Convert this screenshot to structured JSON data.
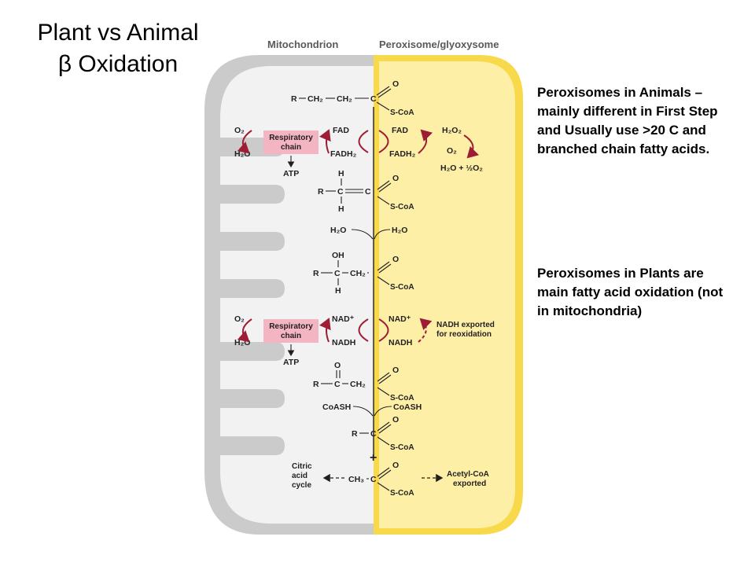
{
  "title": {
    "line1": "Plant vs Animal",
    "line2": "β Oxidation"
  },
  "diagram": {
    "headers": {
      "left": "Mitochondrion",
      "right": "Peroxisome/glyoxysome"
    },
    "respiratory_chain": "Respiratory chain",
    "molecules": {
      "r": "R",
      "ch2": "CH₂",
      "ch3": "CH₃",
      "c": "C",
      "o": "O",
      "h": "H",
      "oh": "OH",
      "scoa": "S-CoA",
      "plus": "+"
    },
    "cofactors": {
      "fad": "FAD",
      "fadh2": "FADH₂",
      "h2o": "H₂O",
      "o2": "O₂",
      "h2o2": "H₂O₂",
      "half_o2": "H₂O + ½O₂",
      "atp": "ATP",
      "nad": "NAD⁺",
      "nadh": "NADH",
      "coash": "CoASH"
    },
    "notes": {
      "nadh_exported": "NADH exported for reoxidation",
      "citric": "Citric acid cycle",
      "acetyl_coa": "Acetyl-CoA exported"
    },
    "colors": {
      "peroxisome_fill": "#fdf0a6",
      "peroxisome_border": "#f9d94c",
      "mito_membrane": "#cbcbcb",
      "matrix": "#f2f2f2",
      "arrow_red": "#9c1d35",
      "resp_chain": "#f4b5c2"
    }
  },
  "notes": {
    "animals": "Peroxisomes in Animals – mainly different in First Step and Usually use >20 C and branched chain fatty acids.",
    "plants": "Peroxisomes in Plants are main fatty acid oxidation (not in mitochondria)"
  }
}
